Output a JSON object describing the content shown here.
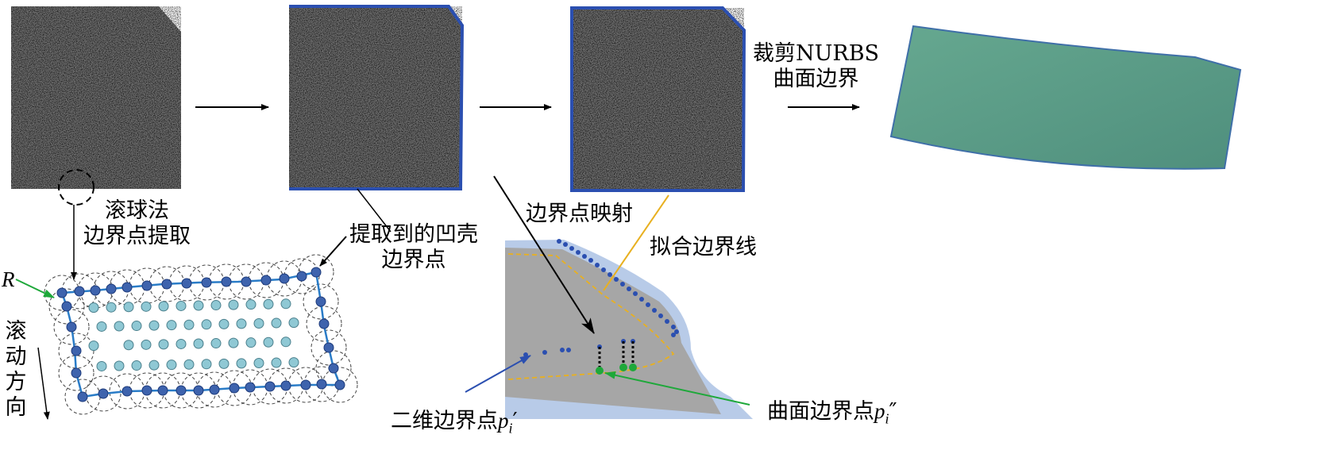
{
  "labels": {
    "trim_line1": "裁剪NURBS",
    "trim_line2": "曲面边界",
    "rolling_ball_line1": "滚球法",
    "rolling_ball_line2": "边界点提取",
    "concave_line1": "提取到的凹壳",
    "concave_line2": "边界点",
    "mapping": "边界点映射",
    "fit": "拟合边界线",
    "radius": "R",
    "rolling_dir": [
      "滚",
      "动",
      "方",
      "向"
    ],
    "pt2d_text": "二维边界点",
    "pt2d_sym": "p",
    "pt2d_sub": "i",
    "pt2d_prime": "′",
    "ptsurf_text": "曲面边界点",
    "ptsurf_sym": "p",
    "ptsurf_sub": "i",
    "ptsurf_prime": "″"
  },
  "colors": {
    "boundary_blue": "#2b4fb0",
    "edge_line": "#2a7cc7",
    "node_dark": "#3e63ad",
    "node_light": "#8fc8d4",
    "surface_green": "#5b9c86",
    "fit_yellow": "#e8b020",
    "green_arrow": "#1ea83a",
    "mesh_gray": "#a6a6a6",
    "halo_blue": "#b8cbe8"
  }
}
